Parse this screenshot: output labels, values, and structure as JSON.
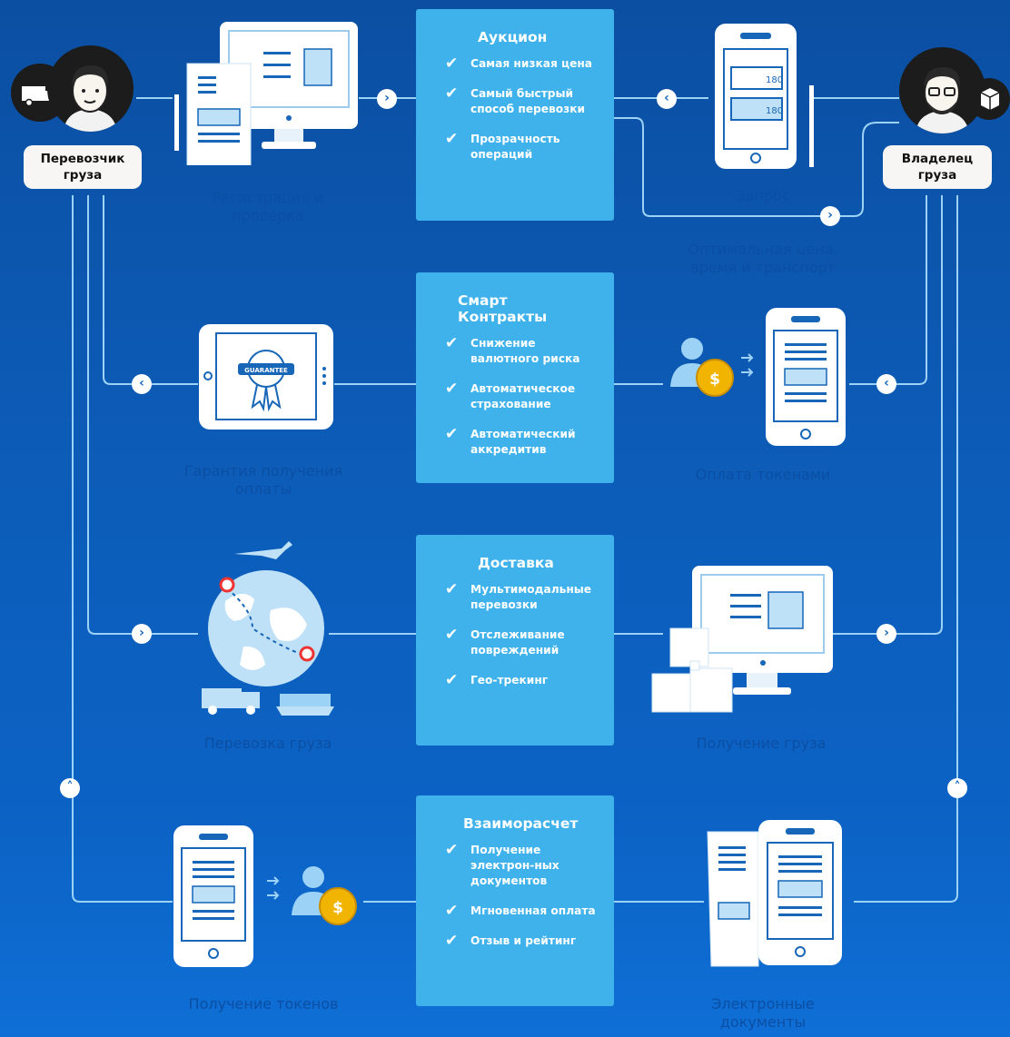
{
  "actors": {
    "carrier": "Перевозчик груза",
    "owner": "Владелец груза"
  },
  "boxes": [
    {
      "title": "Аукцион",
      "items": [
        "Самая низкая цена",
        "Самый быстрый способ перевозки",
        "Прозрачность операций"
      ]
    },
    {
      "title": "Смарт Контракты",
      "items": [
        "Снижение валютного риска",
        "Автоматическое страхование",
        "Автоматический аккредитив"
      ]
    },
    {
      "title": "Доставка",
      "items": [
        "Мультимодальные перевозки",
        "Отслеживание повреждений",
        "Гео-трекинг"
      ]
    },
    {
      "title": "Взаиморасчет",
      "items": [
        "Получение электрон-ных документов",
        "Мгновенная оплата",
        "Отзыв и рейтинг"
      ]
    }
  ],
  "captions": {
    "registration": "Регистрация и проверка",
    "request": "Запрос",
    "optimal": "Оптимальная цена, время и транспорт",
    "guarantee": "Гарантия получения оплаты",
    "token_payment": "Оплата токенами",
    "transport": "Перевозка груза",
    "receipt": "Получение груза",
    "tokens_receive": "Получение токенов",
    "edocs": "Электронные документы"
  },
  "icons": {
    "guarantee_seal_text": "GUARANTEE",
    "phone_rows_value": "180",
    "currency_symbol": "$"
  },
  "colors": {
    "background": "#0c5cb8",
    "box": "#3fb2ec",
    "caption": "#0b4fa4",
    "line": "#9cd2f5"
  }
}
